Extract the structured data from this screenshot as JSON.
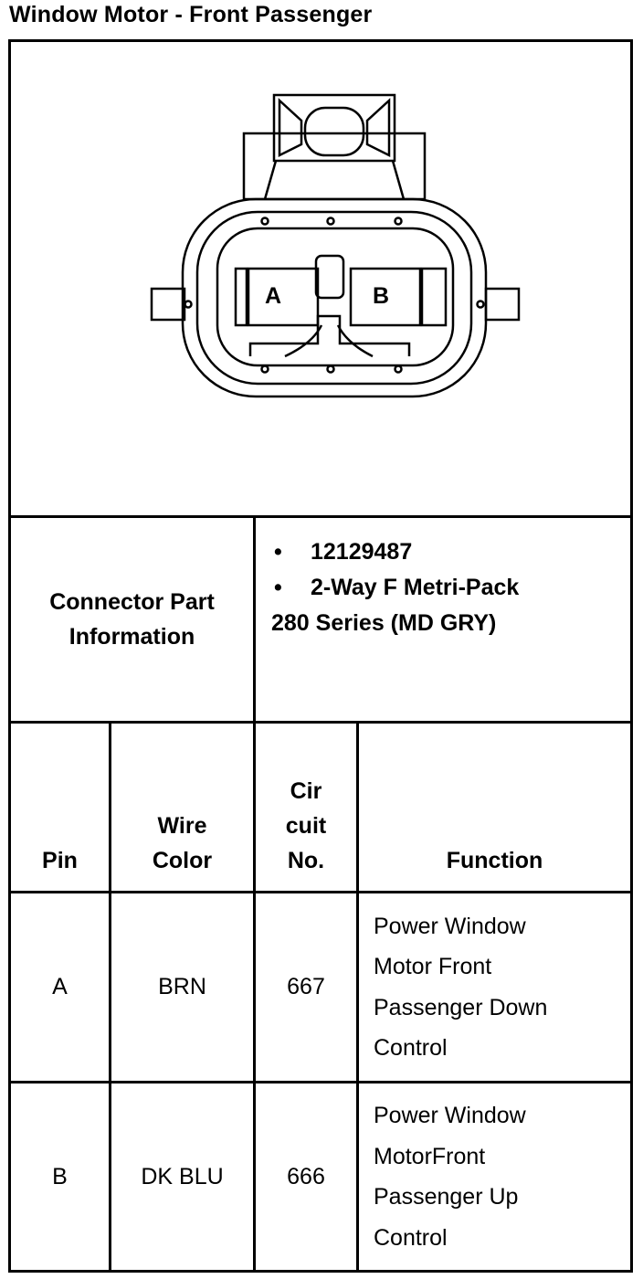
{
  "title": "Window Motor - Front Passenger",
  "diagram": {
    "pin_a": "A",
    "pin_b": "B"
  },
  "connector_info": {
    "label": "Connector Part Information",
    "items": [
      "12129487",
      "2-Way F Metri-Pack"
    ],
    "continuation": "280 Series (MD GRY)",
    "bullet": "•"
  },
  "table": {
    "headers": {
      "pin": "Pin",
      "wire_color_1": "Wire",
      "wire_color_2": "Color",
      "circuit_1": "Cir",
      "circuit_2": "cuit",
      "circuit_3": "No.",
      "function": "Function"
    },
    "rows": [
      {
        "pin": "A",
        "wire_color": "BRN",
        "circuit": "667",
        "function": [
          "Power Window",
          "Motor Front",
          "Passenger Down",
          "Control"
        ]
      },
      {
        "pin": "B",
        "wire_color": "DK BLU",
        "circuit": "666",
        "function": [
          "Power Window",
          "MotorFront",
          "Passenger Up",
          "Control"
        ]
      }
    ]
  }
}
